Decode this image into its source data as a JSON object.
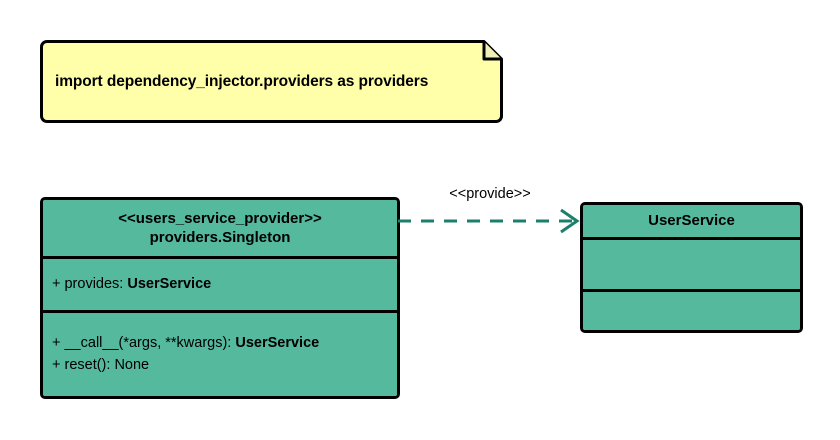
{
  "diagram": {
    "type": "uml-class-diagram",
    "background_color": "#ffffff",
    "colors": {
      "class_fill": "#55b99e",
      "note_fill": "#ffffaa",
      "border": "#000000",
      "relationship": "#1b7f6b"
    }
  },
  "note": {
    "text": "import dependency_injector.providers as providers"
  },
  "provider_class": {
    "stereotype": "<<users_service_provider>>",
    "name": "providers.Singleton",
    "attributes": [
      {
        "visibility": "+",
        "text": "+ provides: ",
        "type": "UserService"
      }
    ],
    "operations": [
      {
        "visibility": "+",
        "text": "+ __call__(*args, **kwargs): ",
        "type": "UserService"
      },
      {
        "visibility": "+",
        "text": "+ reset(): None",
        "type": ""
      }
    ]
  },
  "service_class": {
    "name": "UserService",
    "attributes": [],
    "operations": []
  },
  "relationship": {
    "label": "<<provide>>",
    "style": "dashed",
    "arrowhead": "open",
    "direction": "right"
  }
}
